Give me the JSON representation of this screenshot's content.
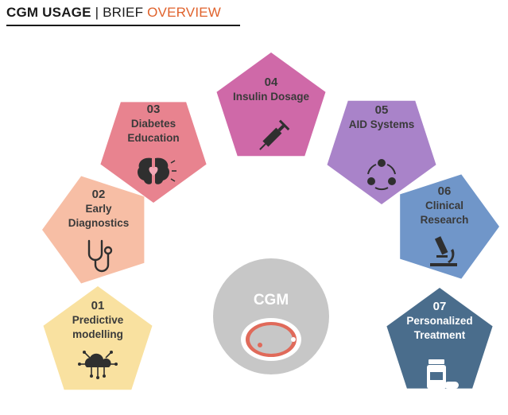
{
  "header": {
    "title_bold": "CGM USAGE",
    "separator": " | ",
    "title_brief": "BRIEF ",
    "title_accent": "OVERVIEW",
    "accent_color": "#e0622c"
  },
  "center": {
    "label": "CGM",
    "icon": "sensor-icon"
  },
  "items": [
    {
      "number": "01",
      "lines": [
        "Predictive",
        "modelling"
      ],
      "icon": "cloud-network-icon",
      "color": "#f9e1a0",
      "text_color": "#3a3a3a"
    },
    {
      "number": "02",
      "lines": [
        "Early",
        "Diagnostics"
      ],
      "icon": "stethoscope-icon",
      "color": "#f7bea5",
      "text_color": "#3a3a3a"
    },
    {
      "number": "03",
      "lines": [
        "Diabetes",
        "Education"
      ],
      "icon": "brain-heart-icon",
      "color": "#e8838f",
      "text_color": "#3a3a3a"
    },
    {
      "number": "04",
      "lines": [
        "Insulin Dosage"
      ],
      "icon": "syringe-icon",
      "color": "#cf69a8",
      "text_color": "#3a3a3a"
    },
    {
      "number": "05",
      "lines": [
        "AID Systems"
      ],
      "icon": "cycle-icon",
      "color": "#a983c9",
      "text_color": "#3a3a3a"
    },
    {
      "number": "06",
      "lines": [
        "Clinical",
        "Research"
      ],
      "icon": "microscope-icon",
      "color": "#7096c9",
      "text_color": "#3a3a3a"
    },
    {
      "number": "07",
      "lines": [
        "Personalized",
        "Treatment"
      ],
      "icon": "pill-bottle-icon",
      "color": "#4a6d8c",
      "text_color": "#ffffff"
    }
  ]
}
